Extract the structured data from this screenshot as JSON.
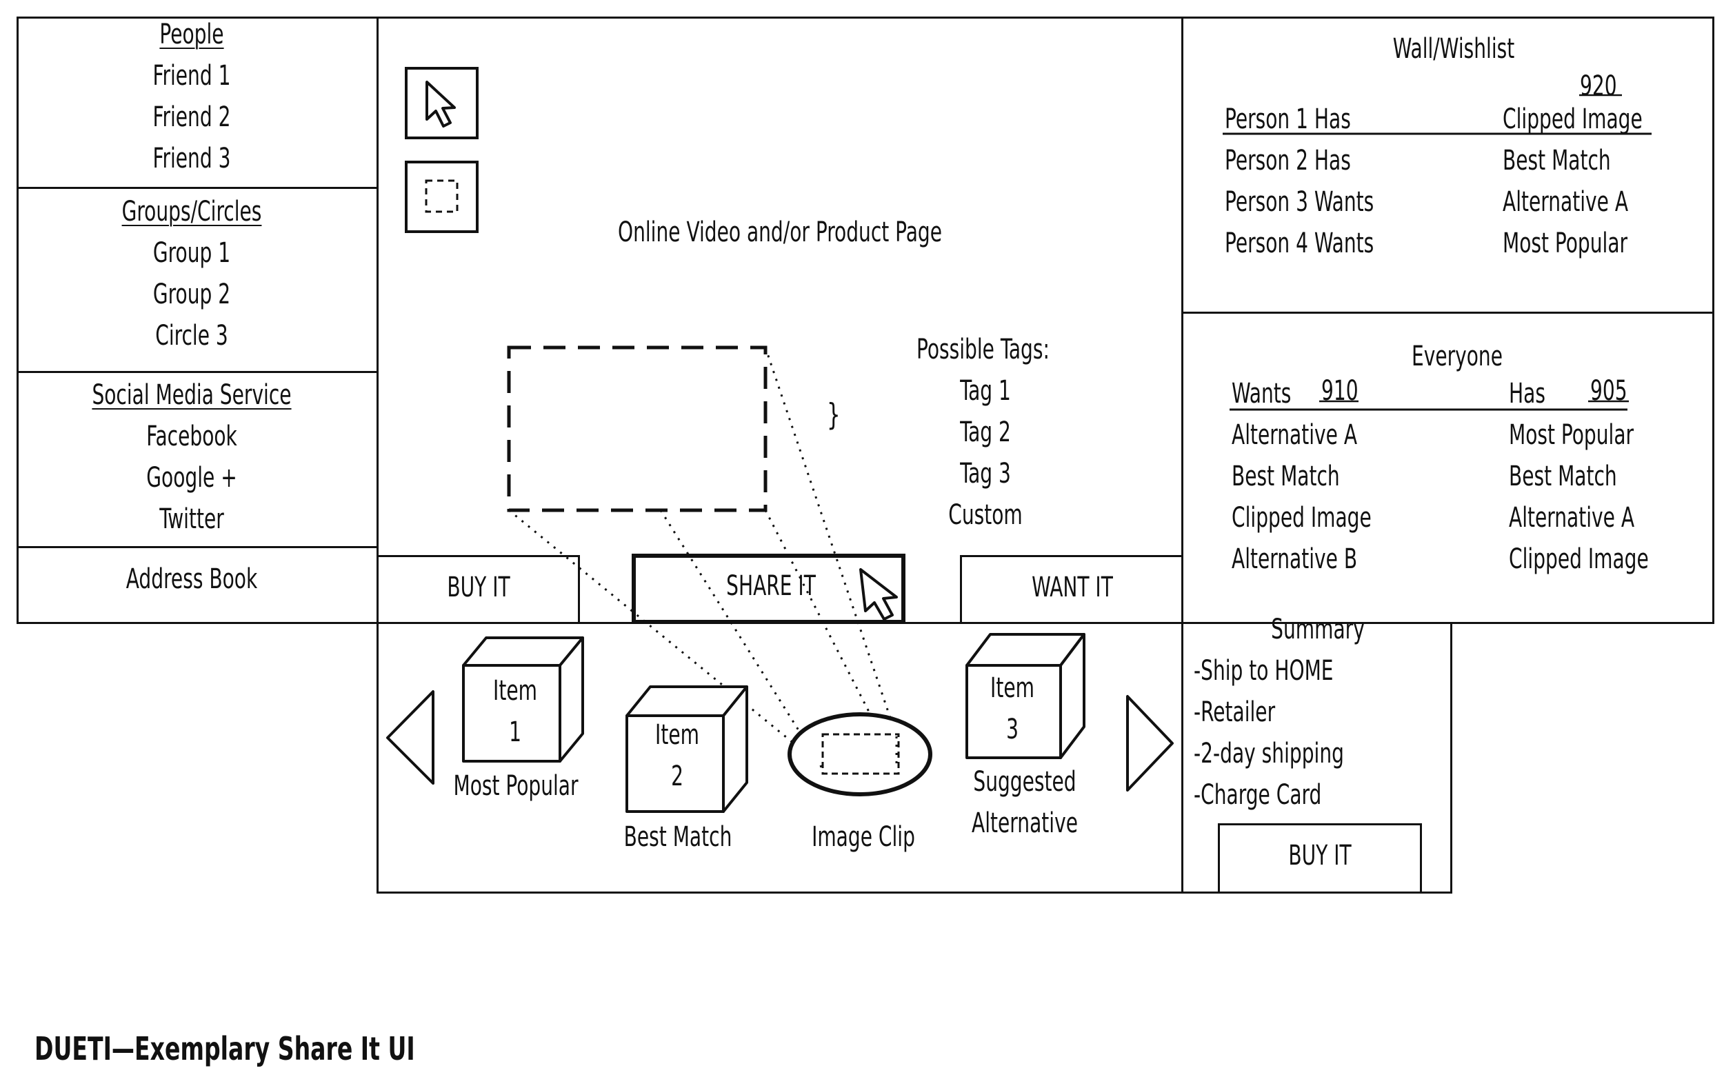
{
  "left_panel": {
    "people": {
      "heading": "People",
      "items": [
        "Friend 1",
        "Friend 2",
        "Friend 3"
      ]
    },
    "groups": {
      "heading": "Groups/Circles",
      "items": [
        "Group 1",
        "Group 2",
        "Circle 3"
      ]
    },
    "social": {
      "heading": "Social Media Service",
      "items": [
        "Facebook",
        "Google +",
        "Twitter"
      ]
    },
    "address_book": "Address Book"
  },
  "main": {
    "page_label": "Online Video and/or Product Page",
    "tags": {
      "heading": "Possible Tags:",
      "items": [
        "Tag 1",
        "Tag 2",
        "Tag 3",
        "Custom"
      ]
    },
    "brace": "}",
    "buttons": {
      "buy": "BUY IT",
      "share": "SHARE IT",
      "want": "WANT IT"
    }
  },
  "wall": {
    "title": "Wall/Wishlist",
    "ref": "920",
    "left": [
      "Person 1 Has",
      "Person 2 Has",
      "Person 3 Wants",
      "Person 4 Wants"
    ],
    "right": [
      "Clipped Image",
      "Best Match",
      "Alternative A",
      "Most Popular"
    ]
  },
  "everyone": {
    "title": "Everyone",
    "wants_label": "Wants",
    "wants_ref": "910",
    "has_label": "Has",
    "has_ref": "905",
    "wants": [
      "Alternative A",
      "Best Match",
      "Clipped Image",
      "Alternative B"
    ],
    "has": [
      "Most Popular",
      "Best Match",
      "Alternative A",
      "Clipped Image"
    ]
  },
  "carousel": {
    "item1": {
      "line1": "Item",
      "line2": "1",
      "caption": "Most Popular"
    },
    "item2": {
      "line1": "Item",
      "line2": "2",
      "caption": "Best Match"
    },
    "clip_caption": "Image Clip",
    "item3": {
      "line1": "Item",
      "line2": "3",
      "caption1": "Suggested",
      "caption2": "Alternative"
    }
  },
  "summary": {
    "title": "Summary",
    "lines": [
      "-Ship to HOME",
      "-Retailer",
      "-2-day shipping",
      "-Charge Card"
    ],
    "buy": "BUY IT"
  },
  "caption": "DUETI—Exemplary Share It UI"
}
